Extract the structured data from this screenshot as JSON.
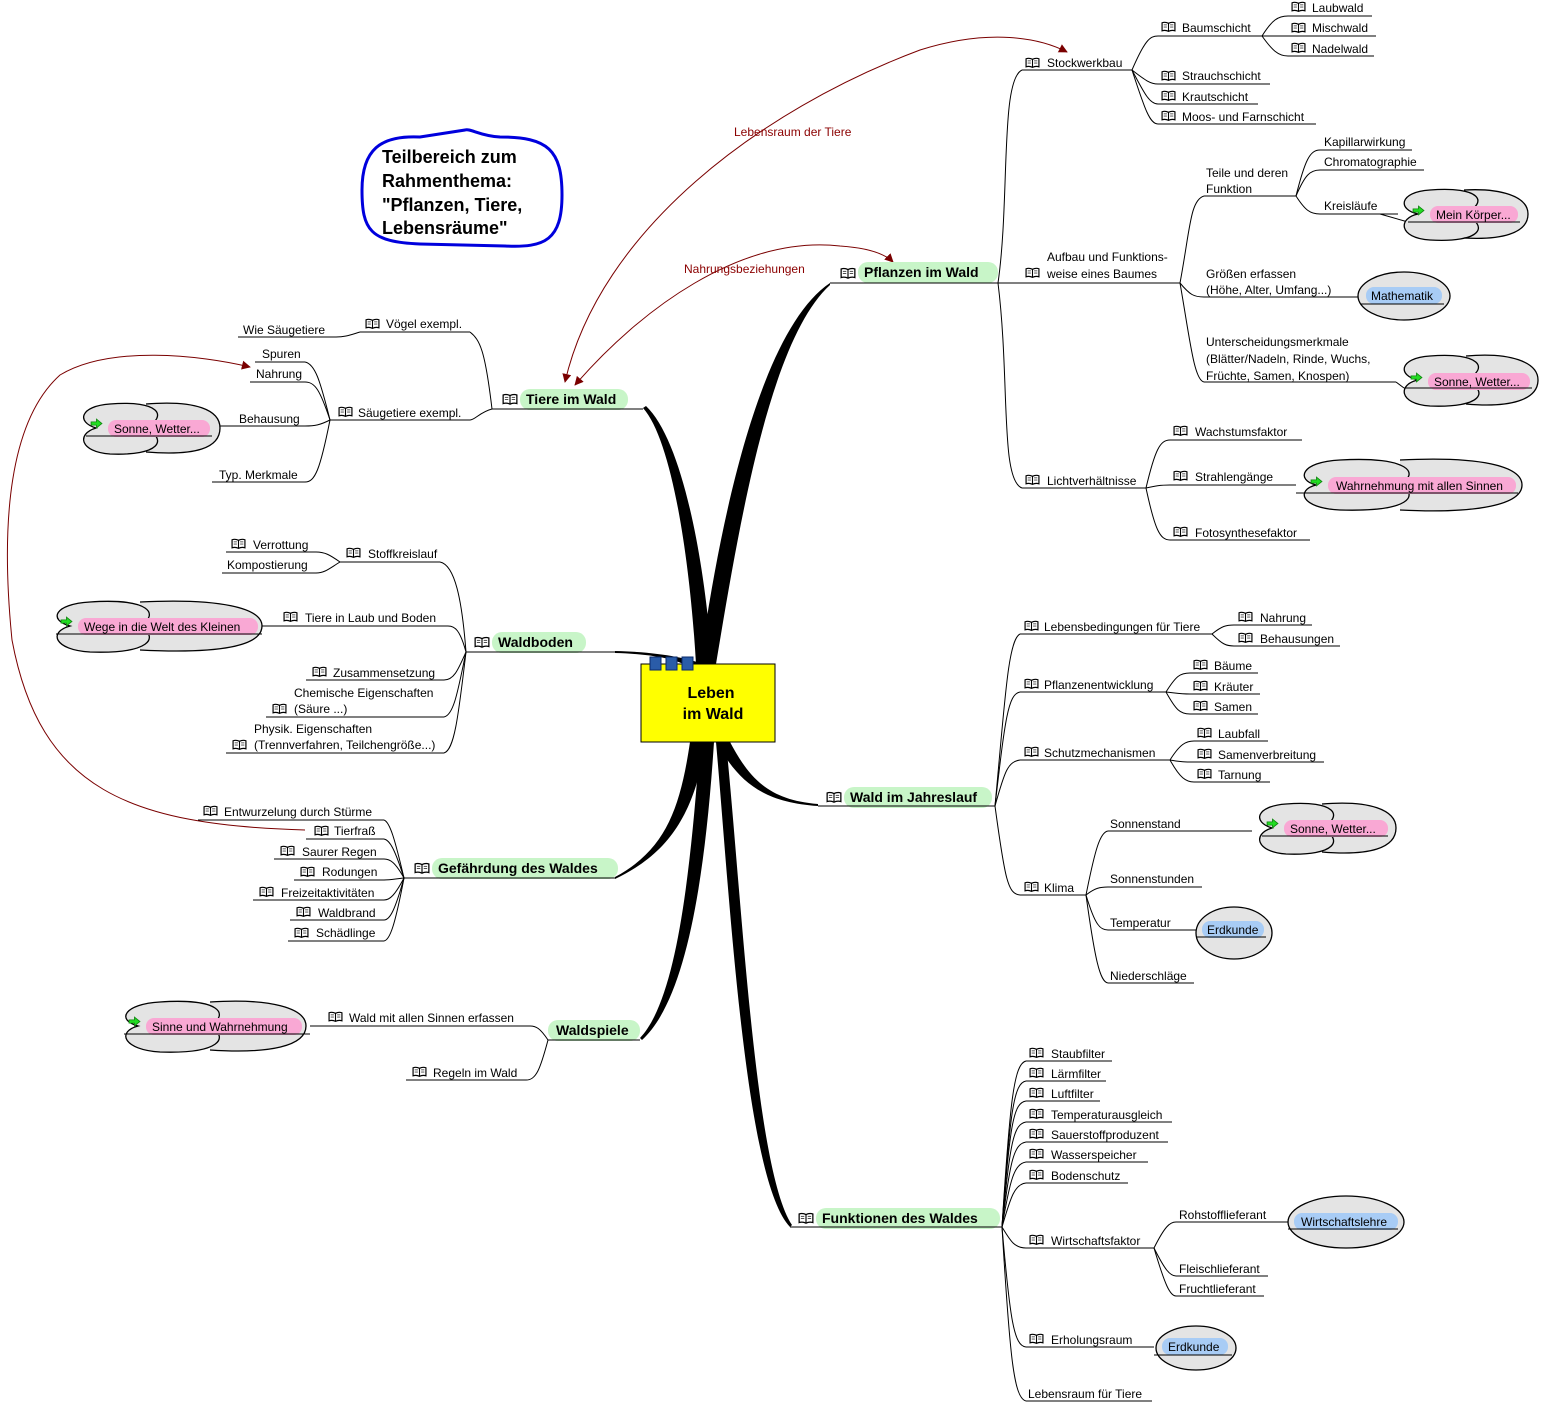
{
  "center": {
    "line1": "Leben",
    "line2": "im Wald"
  },
  "note": {
    "lines": [
      "Teilbereich zum",
      "Rahmenthema:",
      "\"Pflanzen, Tiere,",
      "Lebensräume\""
    ]
  },
  "relationships": {
    "lebensraum": "Lebensraum der Tiere",
    "nahrung": "Nahrungsbeziehungen"
  },
  "pflanzen": {
    "title": "Pflanzen im Wald",
    "stockwerkbau": "Stockwerkbau",
    "baumschicht": "Baumschicht",
    "laubwald": "Laubwald",
    "mischwald": "Mischwald",
    "nadelwald": "Nadelwald",
    "strauch": "Strauchschicht",
    "kraut": "Krautschicht",
    "moos": "Moos- und Farnschicht",
    "aufbau1": "Aufbau und Funktions-",
    "aufbau2": "weise eines Baumes",
    "teile1": "Teile und deren",
    "teile2": "Funktion",
    "kapillar": "Kapillarwirkung",
    "chroma": "Chromatographie",
    "kreis": "Kreisläufe",
    "mein_koerper": "Mein Körper...",
    "groessen1": "Größen erfassen",
    "groessen2": "(Höhe, Alter, Umfang...)",
    "mathematik": "Mathematik",
    "unter1": "Unterscheidungsmerkmale",
    "unter2": "(Blätter/Nadeln, Rinde, Wuchs,",
    "unter3": "Früchte, Samen, Knospen)",
    "sonne1": "Sonne, Wetter...",
    "licht": "Lichtverhältnisse",
    "wachstum": "Wachstumsfaktor",
    "strahlen": "Strahlengänge",
    "foto": "Fotosynthesefaktor",
    "wahrnehmung": "Wahrnehmung mit allen Sinnen"
  },
  "tiere": {
    "title": "Tiere im Wald",
    "voegel": "Vögel exempl.",
    "wie_saeuge": "Wie Säugetiere",
    "saeuge": "Säugetiere exempl.",
    "spuren": "Spuren",
    "nahrung": "Nahrung",
    "behausung": "Behausung",
    "merkmale": "Typ. Merkmale",
    "sonne": "Sonne, Wetter..."
  },
  "waldboden": {
    "title": "Waldboden",
    "stoff": "Stoffkreislauf",
    "verrottung": "Verrottung",
    "kompost": "Kompostierung",
    "tiere_laub": "Tiere in Laub und Boden",
    "wege": "Wege in die Welt des Kleinen",
    "zusammen": "Zusammensetzung",
    "chem1": "Chemische Eigenschaften",
    "chem2": "(Säure ...)",
    "phys1": "Physik. Eigenschaften",
    "phys2": "(Trennverfahren, Teilchengröße...)"
  },
  "gefaehrdung": {
    "title": "Gefährdung des Waldes",
    "items": [
      "Entwurzelung durch Stürme",
      "Tierfraß",
      "Saurer Regen",
      "Rodungen",
      "Freizeitaktivitäten",
      "Waldbrand",
      "Schädlinge"
    ]
  },
  "waldspiele": {
    "title": "Waldspiele",
    "sinne": "Wald mit allen Sinnen erfassen",
    "regeln": "Regeln im Wald",
    "sinne_link": "Sinne und Wahrnehmung"
  },
  "jahreslauf": {
    "title": "Wald im Jahreslauf",
    "lebens": "Lebensbedingungen für Tiere",
    "nahrung": "Nahrung",
    "behausungen": "Behausungen",
    "pflanzen": "Pflanzenentwicklung",
    "baeume": "Bäume",
    "kraeuter": "Kräuter",
    "samen": "Samen",
    "schutz": "Schutzmechanismen",
    "laubfall": "Laubfall",
    "samenverb": "Samenverbreitung",
    "tarnung": "Tarnung",
    "klima": "Klima",
    "sonnenstand": "Sonnenstand",
    "sonne_link": "Sonne, Wetter...",
    "sonnenstunden": "Sonnenstunden",
    "temperatur": "Temperatur",
    "erdkunde": "Erdkunde",
    "niederschlaege": "Niederschläge"
  },
  "funktionen": {
    "title": "Funktionen des Waldes",
    "items": [
      "Staubfilter",
      "Lärmfilter",
      "Luftfilter",
      "Temperaturausgleich",
      "Sauerstoffproduzent",
      "Wasserspeicher",
      "Bodenschutz"
    ],
    "wirtschaft": "Wirtschaftsfaktor",
    "rohstoff": "Rohstofflieferant",
    "wirtschaftslehre": "Wirtschaftslehre",
    "fleisch": "Fleischlieferant",
    "frucht": "Fruchtlieferant",
    "erholung": "Erholungsraum",
    "erdkunde": "Erdkunde",
    "lebensraum": "Lebensraum für Tiere"
  }
}
